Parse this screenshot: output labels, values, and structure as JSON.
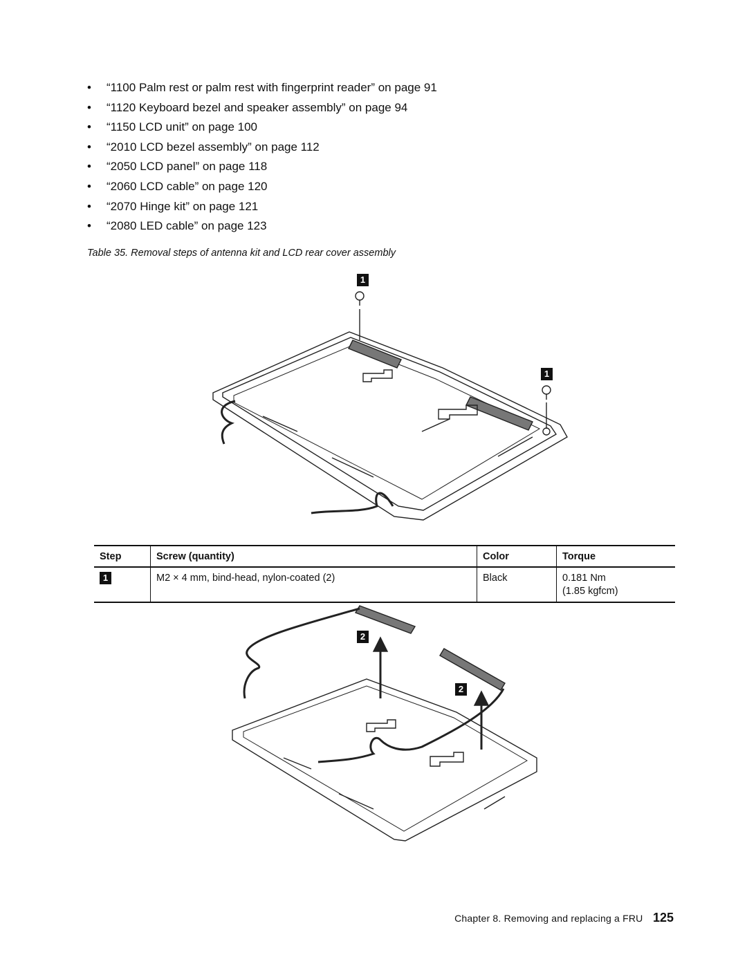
{
  "bullets": [
    "“1100 Palm rest or palm rest with fingerprint reader” on page 91",
    "“1120 Keyboard bezel and speaker assembly” on page 94",
    "“1150 LCD unit” on page 100",
    "“2010 LCD bezel assembly” on page 112",
    "“2050 LCD panel” on page 118",
    "“2060 LCD cable” on page 120",
    "“2070 Hinge kit” on page 121",
    "“2080 LED cable” on page 123"
  ],
  "caption": "Table 35. Removal steps of antenna kit and LCD rear cover assembly",
  "figure1": {
    "callouts": [
      "1",
      "1"
    ]
  },
  "table": {
    "headers": [
      "Step",
      "Screw (quantity)",
      "Color",
      "Torque"
    ],
    "row": {
      "step": "1",
      "screw": "M2 × 4 mm, bind-head, nylon-coated (2)",
      "color": "Black",
      "torque_1": "0.181 Nm",
      "torque_2": "(1.85 kgfcm)"
    }
  },
  "figure2": {
    "callouts": [
      "2",
      "2"
    ]
  },
  "footer": {
    "chapter": "Chapter 8. Removing and replacing a FRU",
    "page": "125"
  }
}
